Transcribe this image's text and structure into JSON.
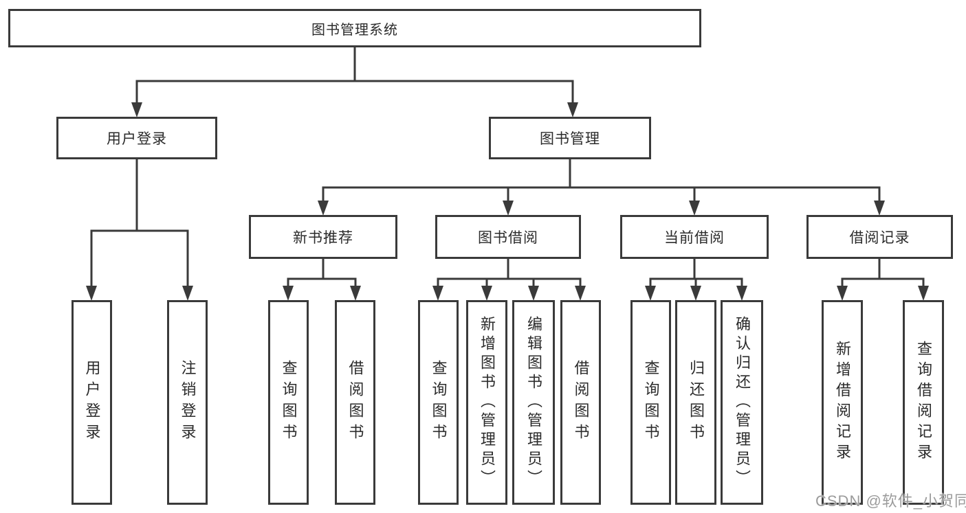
{
  "tree": {
    "label": "图书管理系统",
    "children": [
      {
        "label": "用户登录",
        "children": [
          {
            "label": "用户登录"
          },
          {
            "label": "注销登录"
          }
        ]
      },
      {
        "label": "图书管理",
        "children": [
          {
            "label": "新书推荐",
            "children": [
              {
                "label": "查询图书"
              },
              {
                "label": "借阅图书"
              }
            ]
          },
          {
            "label": "图书借阅",
            "children": [
              {
                "label": "查询图书"
              },
              {
                "label": "新增图书（管理员）"
              },
              {
                "label": "编辑图书（管理员）"
              },
              {
                "label": "借阅图书"
              }
            ]
          },
          {
            "label": "当前借阅",
            "children": [
              {
                "label": "查询图书"
              },
              {
                "label": "归还图书"
              },
              {
                "label": "确认归还（管理员）"
              }
            ]
          },
          {
            "label": "借阅记录",
            "children": [
              {
                "label": "新增借阅记录"
              },
              {
                "label": "查询借阅记录"
              }
            ]
          }
        ]
      }
    ]
  },
  "watermark": "CSDN @软件_小贺同学",
  "colors": {
    "line": "#3a3a3a",
    "text": "#2b2b2b",
    "watermark": "#9b9b9b",
    "background": "#ffffff"
  }
}
